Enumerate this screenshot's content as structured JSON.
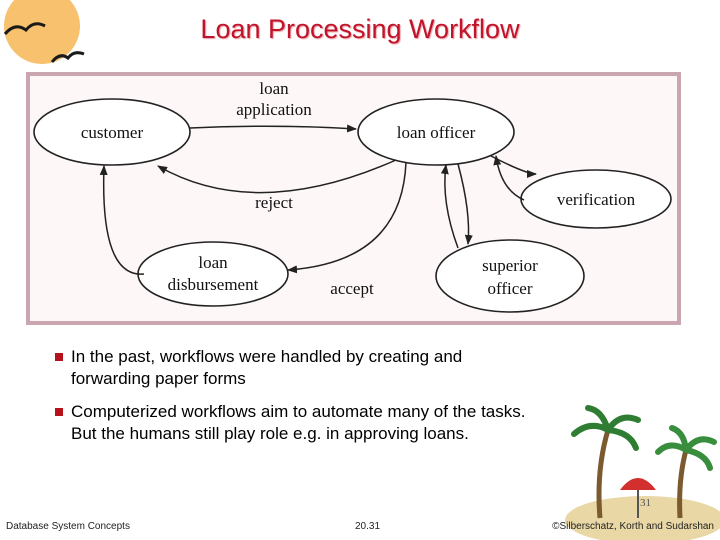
{
  "slide": {
    "title": "Loan Processing Workflow",
    "page_number": "31"
  },
  "diagram": {
    "nodes": {
      "customer": "customer",
      "loan_officer": "loan officer",
      "verification": "verification",
      "superior_officer_line1": "superior",
      "superior_officer_line2": "officer",
      "loan_disbursement_line1": "loan",
      "loan_disbursement_line2": "disbursement"
    },
    "edge_labels": {
      "loan_application_line1": "loan",
      "loan_application_line2": "application",
      "reject": "reject",
      "accept": "accept"
    }
  },
  "bullets": [
    {
      "line1": "In the past, workflows were handled by creating and",
      "line2": "forwarding paper forms"
    },
    {
      "line1": "Computerized workflows aim to automate many of the tasks.",
      "line2": "But the humans still play role e.g. in approving loans."
    }
  ],
  "footer": {
    "left": "Database System Concepts",
    "center": "20.31",
    "right": "©Silberschatz, Korth and Sudarshan"
  },
  "colors": {
    "title": "#c0142a",
    "bullet": "#b5121b",
    "diagram_frame": "#c9a6b0"
  }
}
